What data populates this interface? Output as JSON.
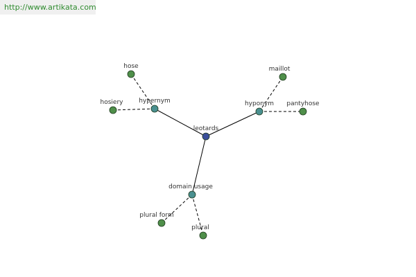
{
  "site_url": "http://www.artikata.com",
  "colors": {
    "url_text": "#2e8b2e",
    "url_bg": "#f0f0f0",
    "center_node": "#3b4f9a",
    "relation_node": "#4a9090",
    "leaf_node": "#4f8f4a",
    "edge": "#000000",
    "label": "#333333"
  },
  "nodes": [
    {
      "id": "leotards",
      "label": "leotards",
      "kind": "center"
    },
    {
      "id": "hypernym",
      "label": "hypernym",
      "kind": "relation"
    },
    {
      "id": "hyponym",
      "label": "hyponym",
      "kind": "relation"
    },
    {
      "id": "domain-usage",
      "label": "domain usage",
      "kind": "relation"
    },
    {
      "id": "hose",
      "label": "hose",
      "kind": "leaf"
    },
    {
      "id": "hosiery",
      "label": "hosiery",
      "kind": "leaf"
    },
    {
      "id": "maillot",
      "label": "maillot",
      "kind": "leaf"
    },
    {
      "id": "pantyhose",
      "label": "pantyhose",
      "kind": "leaf"
    },
    {
      "id": "plural-form",
      "label": "plural form",
      "kind": "leaf"
    },
    {
      "id": "plural",
      "label": "plural",
      "kind": "leaf"
    }
  ],
  "edges": [
    {
      "from": "leotards",
      "to": "hypernym",
      "style": "solid"
    },
    {
      "from": "leotards",
      "to": "hyponym",
      "style": "solid"
    },
    {
      "from": "leotards",
      "to": "domain-usage",
      "style": "solid"
    },
    {
      "from": "hypernym",
      "to": "hose",
      "style": "dashed"
    },
    {
      "from": "hypernym",
      "to": "hosiery",
      "style": "dashed"
    },
    {
      "from": "hyponym",
      "to": "maillot",
      "style": "dashed"
    },
    {
      "from": "hyponym",
      "to": "pantyhose",
      "style": "dashed"
    },
    {
      "from": "domain-usage",
      "to": "plural-form",
      "style": "dashed"
    },
    {
      "from": "domain-usage",
      "to": "plural",
      "style": "dashed"
    }
  ]
}
